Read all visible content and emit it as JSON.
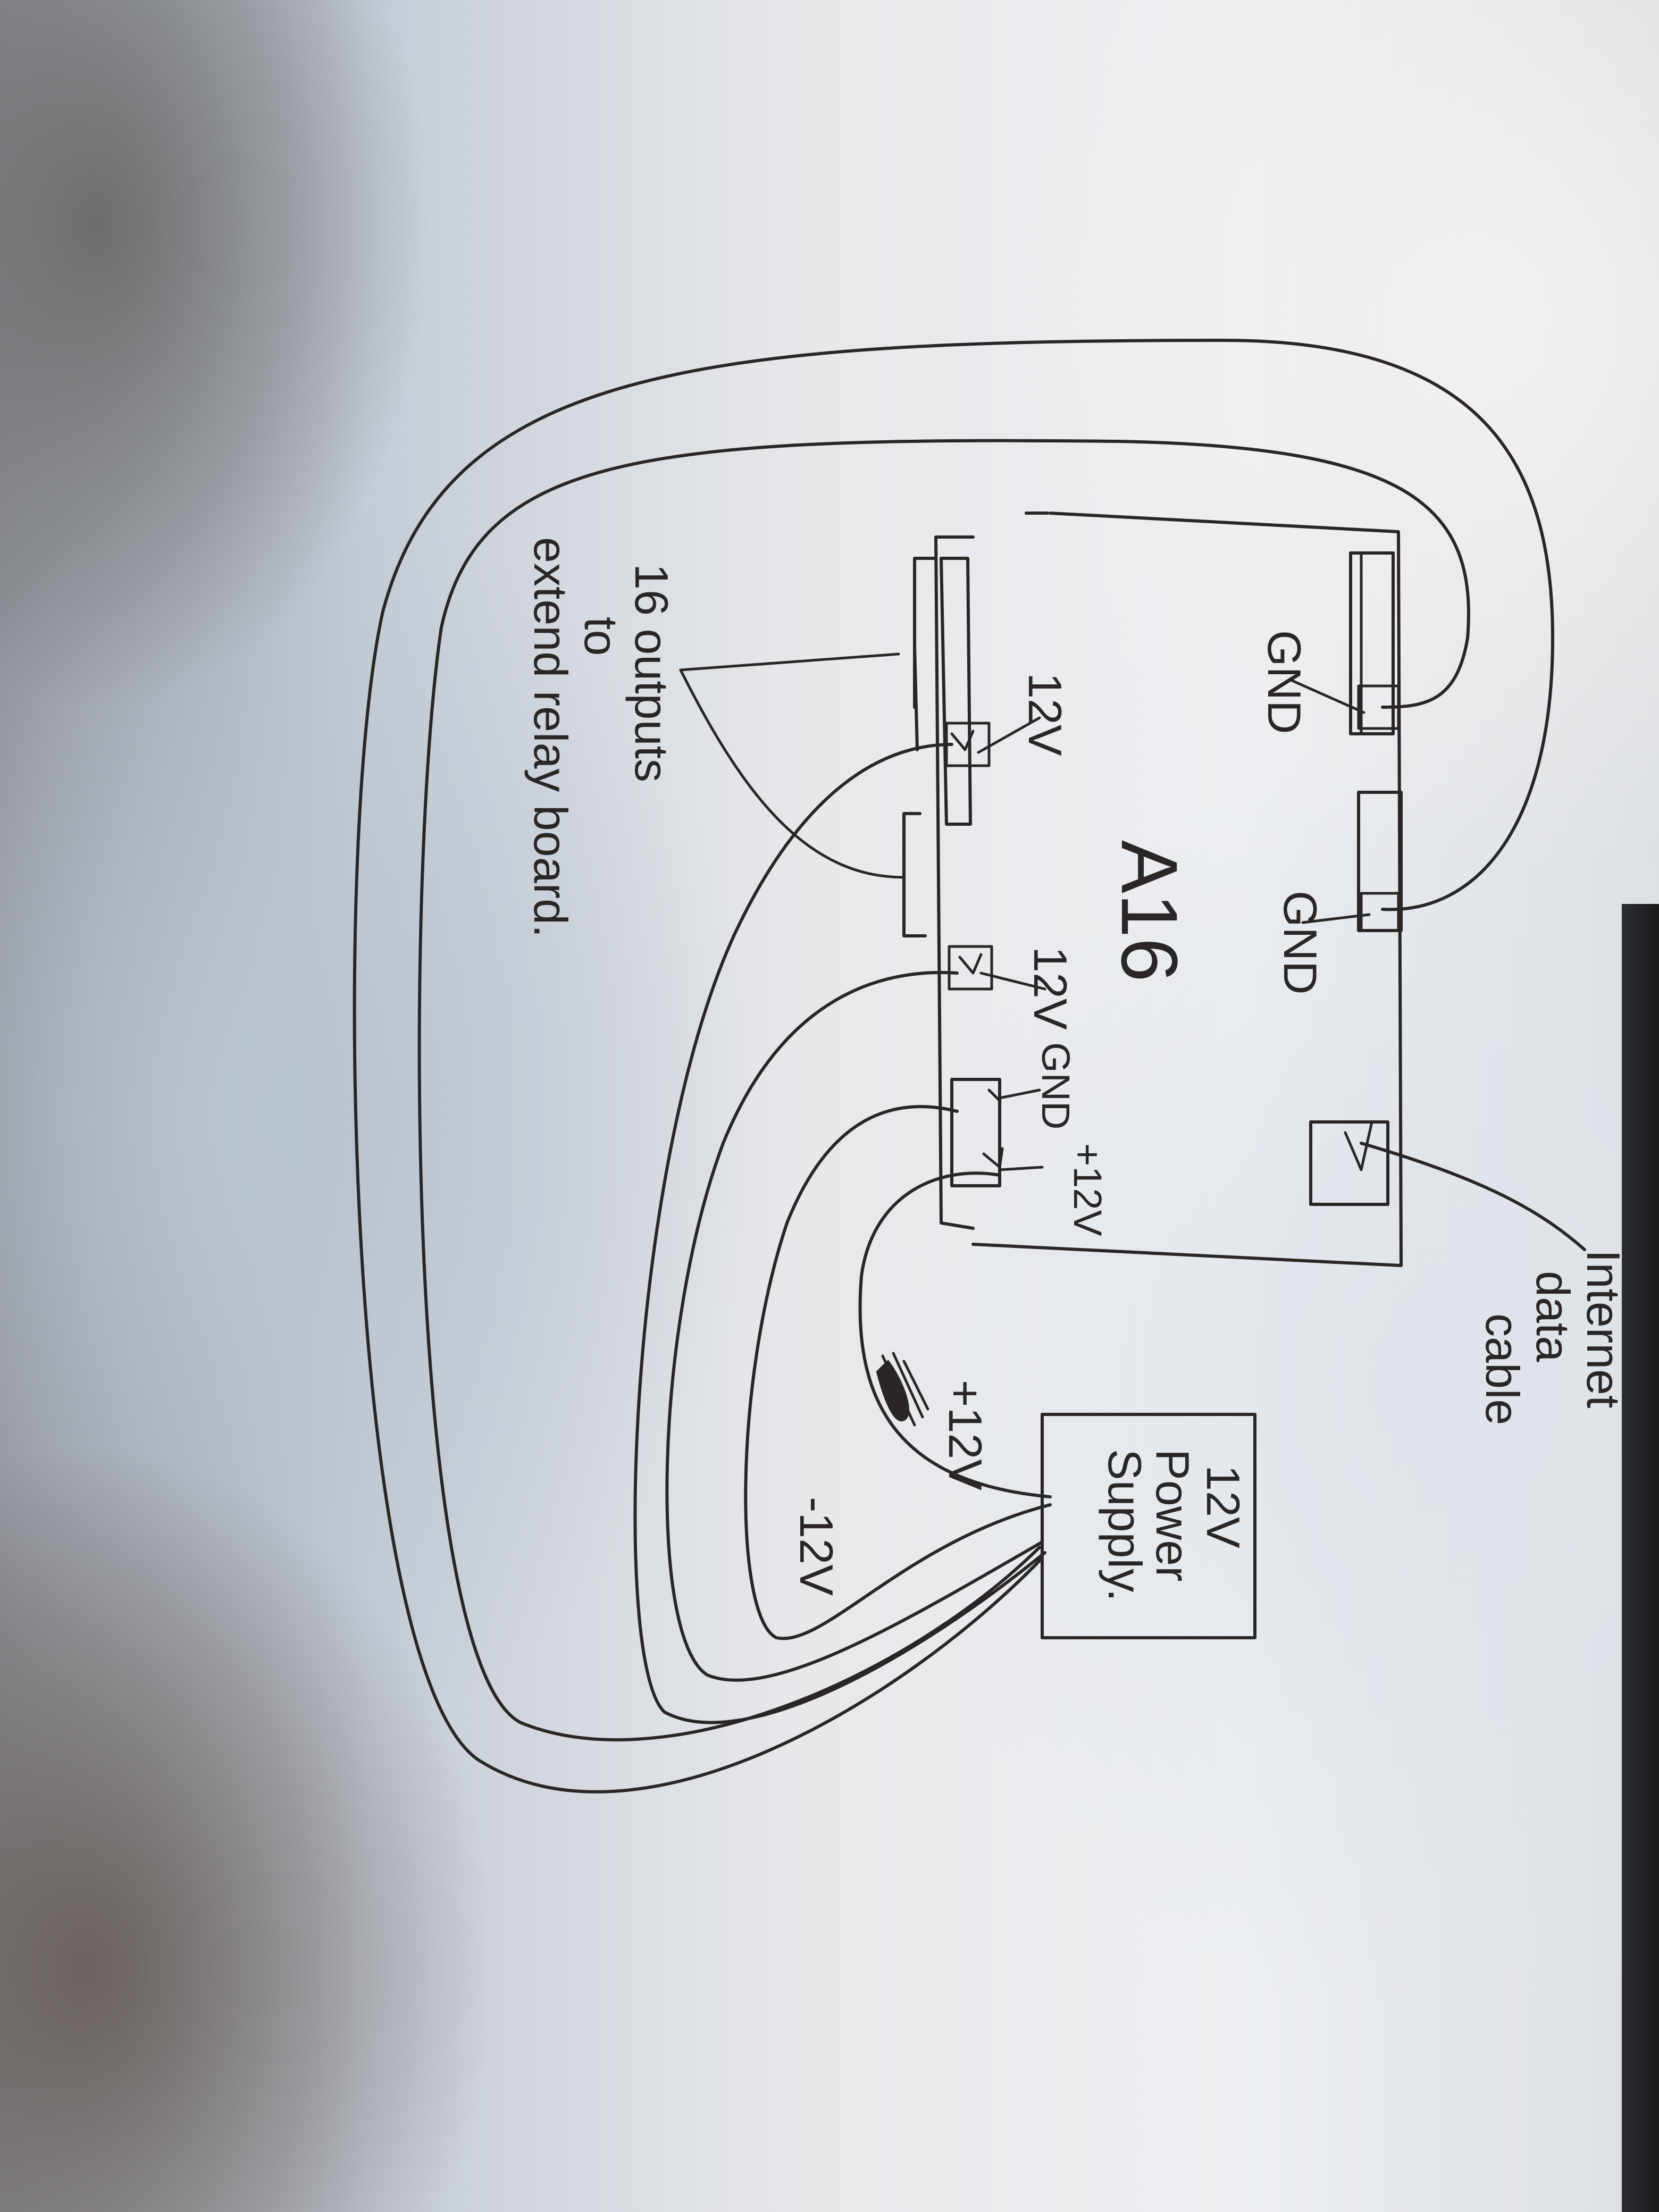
{
  "board": {
    "name": "A16"
  },
  "board_labels": {
    "gnd_top_left": "GND",
    "gnd_top_right": "GND",
    "v12_left": "12V",
    "v12_right": "12V",
    "gnd_bottom": "GND",
    "plus12v_bottom": "+12V"
  },
  "wires": {
    "plus_12v": "+12V",
    "minus_12v": "-12V"
  },
  "notes": {
    "relay_line1": "16 outputs",
    "relay_line2": "to",
    "relay_line3": "extend relay board.",
    "cable_line1": "Internet",
    "cable_line2": "data",
    "cable_line3": "cable"
  },
  "power_supply": {
    "line1": "12V",
    "line2": "Power",
    "line3": "Supply."
  }
}
